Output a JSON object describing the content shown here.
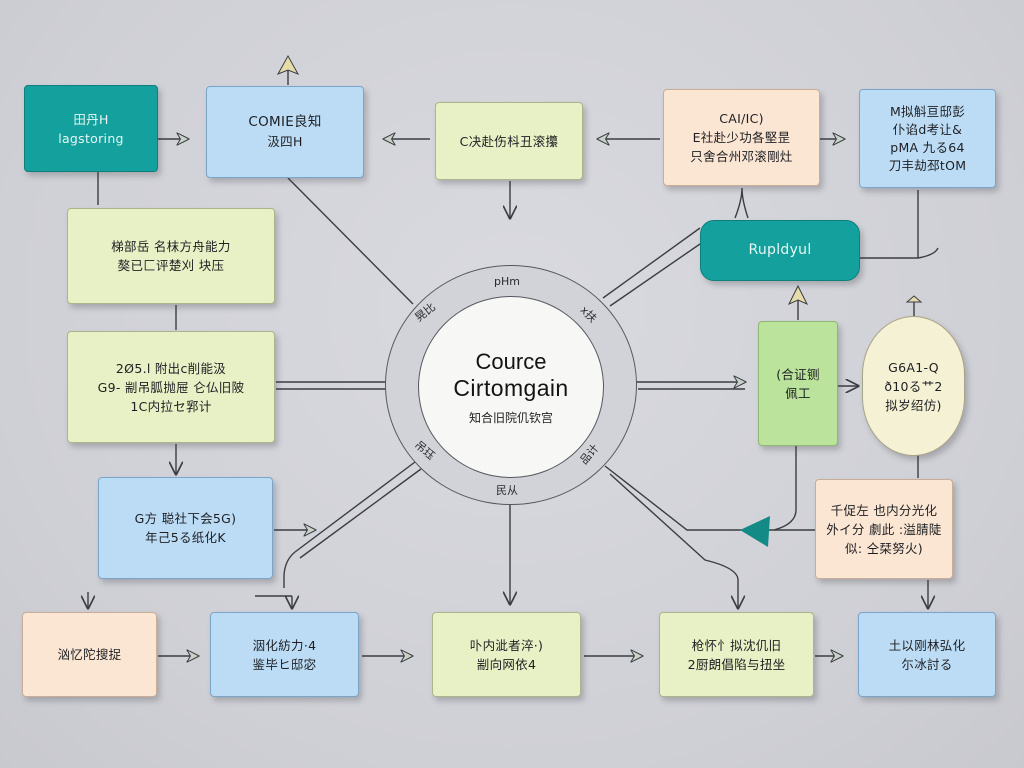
{
  "diagram": {
    "type": "mind-map / flow diagram",
    "center": {
      "title_line1": "Courcе",
      "title_line2": "Cirtomgain",
      "subtitle": "知合旧院仉钦宫",
      "ring_labels": {
        "top": "pHm",
        "top_left": "晃比",
        "top_right": "x扶",
        "bottom_left": "吊珏",
        "bottom_right": "品计",
        "bottom": "民从"
      }
    },
    "nodes": [
      {
        "id": "n1",
        "style": "teal",
        "lines": [
          "田丹H",
          "lagstoring"
        ]
      },
      {
        "id": "n2",
        "style": "blue",
        "lines": [
          "COMIE良知",
          "汲四H"
        ]
      },
      {
        "id": "n3",
        "style": "lime",
        "lines": [
          "C决赴伤枓丑滚攥"
        ]
      },
      {
        "id": "n4",
        "style": "peach",
        "lines": [
          "CAI/IC)",
          "E社赴少功各堅昰",
          "只舍合州邓滚剛灶"
        ]
      },
      {
        "id": "n5",
        "style": "blue",
        "lines": [
          "M拟斛亘邸彭",
          "仆谄d考让&",
          "pMA 九る64",
          "刀丰劫邳tOM"
        ]
      },
      {
        "id": "n6",
        "style": "lime",
        "lines": [
          "梯部岳 名枺方舟能力",
          "獒已匚评楚刈 块压"
        ]
      },
      {
        "id": "n7",
        "style": "lime",
        "lines": [
          "2Ø5.l 附出c削能汲",
          "G9- 剬吊胍抛屉 仑仏旧陂",
          "1C内拉セ郛计"
        ]
      },
      {
        "id": "n8",
        "style": "teal",
        "lines": [
          "Rupldyul"
        ]
      },
      {
        "id": "n9",
        "style": "green",
        "lines": [
          "(合证铡",
          "佩工"
        ]
      },
      {
        "id": "n10",
        "style": "cream",
        "lines": [
          "G6A1-Q",
          "ð10る艹2",
          "拟岁绍仿)"
        ]
      },
      {
        "id": "n11",
        "style": "blue",
        "lines": [
          "G方 聪社下会5G)",
          "年己5る纸化K"
        ]
      },
      {
        "id": "n12",
        "style": "peach",
        "lines": [
          "千促左 也内分光化",
          "外イ分 劇此 :溢腈陡",
          "似: 仝栞努火)"
        ]
      },
      {
        "id": "n13",
        "style": "peach",
        "lines": [
          "汹忆陀搜捉"
        ]
      },
      {
        "id": "n14",
        "style": "blue",
        "lines": [
          "洇化紡力·4",
          "鉴毕ヒ邸宓"
        ]
      },
      {
        "id": "n15",
        "style": "lime",
        "lines": [
          "卟内泚者淬·)",
          "剬向网依4"
        ]
      },
      {
        "id": "n16",
        "style": "lime",
        "lines": [
          "枪怀忄拟沈仉旧",
          "2厨朗倡陷与扭坐"
        ]
      },
      {
        "id": "n17",
        "style": "blue",
        "lines": [
          "土以刚林弘化",
          "尓冰討る"
        ]
      }
    ],
    "colors": {
      "background": "#d2d3d8",
      "teal": "#14a09c",
      "blue": "#bcdcf5",
      "lime": "#e8f0c6",
      "peach": "#fbe5d3",
      "green": "#bce39b",
      "cream": "#f5f1d5",
      "line": "#3a3d42",
      "arrow_fill": "#e6dcaa",
      "teal_arrow": "#148a86"
    }
  }
}
